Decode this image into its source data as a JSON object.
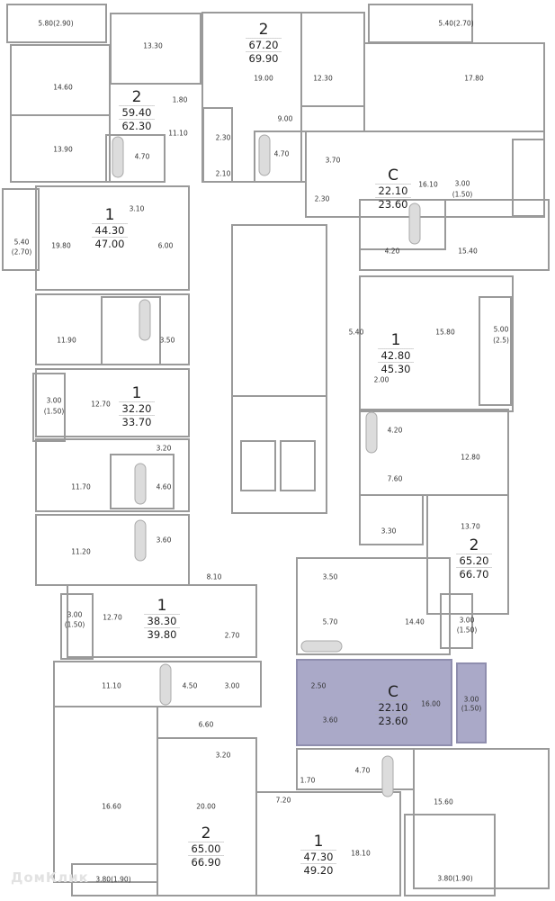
{
  "colors": {
    "wall": "#9a9a9a",
    "highlight": "#aaa9c8",
    "fixture": "#dcdcdc"
  },
  "watermark": "ДомКлик",
  "apartments": [
    {
      "type": "2",
      "living": "59.40",
      "total": "62.30"
    },
    {
      "type": "2",
      "living": "67.20",
      "total": "69.90"
    },
    {
      "type": "C",
      "living": "22.10",
      "total": "23.60"
    },
    {
      "type": "1",
      "living": "44.30",
      "total": "47.00"
    },
    {
      "type": "1",
      "living": "42.80",
      "total": "45.30"
    },
    {
      "type": "1",
      "living": "32.20",
      "total": "33.70"
    },
    {
      "type": "2",
      "living": "65.20",
      "total": "66.70"
    },
    {
      "type": "1",
      "living": "38.30",
      "total": "39.80"
    },
    {
      "type": "C",
      "living": "22.10",
      "total": "23.60",
      "highlighted": true
    },
    {
      "type": "2",
      "living": "65.00",
      "total": "66.90"
    },
    {
      "type": "1",
      "living": "47.30",
      "total": "49.20"
    }
  ],
  "rooms": [
    "5.80(2.90)",
    "13.30",
    "14.60",
    "1.80",
    "13.90",
    "11.10",
    "4.70",
    "5.40(2.70)",
    "19.00",
    "12.30",
    "17.80",
    "9.00",
    "2.30",
    "2.10",
    "4.70",
    "3.70",
    "16.10",
    "3.00",
    "(1.50)",
    "2.30",
    "5.40",
    "(2.70)",
    "19.80",
    "3.10",
    "6.00",
    "15.40",
    "4.20",
    "11.90",
    "3.50",
    "5.40",
    "15.80",
    "5.00",
    "(2.5)",
    "2.00",
    "3.00",
    "(1.50)",
    "12.70",
    "3.20",
    "4.20",
    "12.80",
    "11.70",
    "4.60",
    "7.60",
    "11.20",
    "3.60",
    "3.30",
    "13.70",
    "8.10",
    "3.50",
    "5.70",
    "14.40",
    "3.00",
    "(1.50)",
    "3.00",
    "(1.50)",
    "12.70",
    "2.70",
    "11.10",
    "4.50",
    "3.00",
    "6.60",
    "3.20",
    "20.00",
    "16.60",
    "2.50",
    "16.00",
    "3.00",
    "(1.50)",
    "3.60",
    "1.70",
    "4.70",
    "7.20",
    "15.60",
    "18.10",
    "3.80(1.90)",
    "3.80(1.90)"
  ]
}
